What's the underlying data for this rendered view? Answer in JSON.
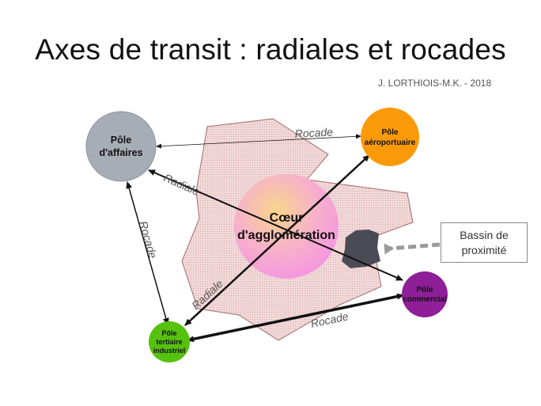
{
  "title": "Axes de transit : radiales et rocades",
  "credit": "J. LORTHIOIS-M.K. - 2018",
  "center": {
    "line1": "Cœur",
    "line2": "d'agglomération"
  },
  "nodes": {
    "affaires": {
      "line1": "Pôle",
      "line2": "d'affaires",
      "color": "#a7adb6"
    },
    "aeroport": {
      "line1": "Pôle",
      "line2": "aéroportuaire",
      "color": "#fb9a09"
    },
    "commercial": {
      "line1": "Pôle",
      "line2": "commercial",
      "color": "#8e1f98"
    },
    "tertiaire": {
      "line1": "Pôle",
      "line2": "tertiaire",
      "line3": "industriel",
      "color": "#56c10f"
    }
  },
  "edge_labels": {
    "rocade_top": "Rocade",
    "radiale_top": "Radiale",
    "rocade_left": "Rocade",
    "radiale_bottom": "Radiale",
    "rocade_bottom": "Rocade"
  },
  "callout": {
    "text": "Bassin de\nproximité"
  },
  "colors": {
    "region_fill": "#f4d8d8",
    "region_stroke": "#a36b6b",
    "basin": "#4b4b55",
    "arrow": "#111111",
    "dashed_arrow": "#9a9a9a"
  }
}
